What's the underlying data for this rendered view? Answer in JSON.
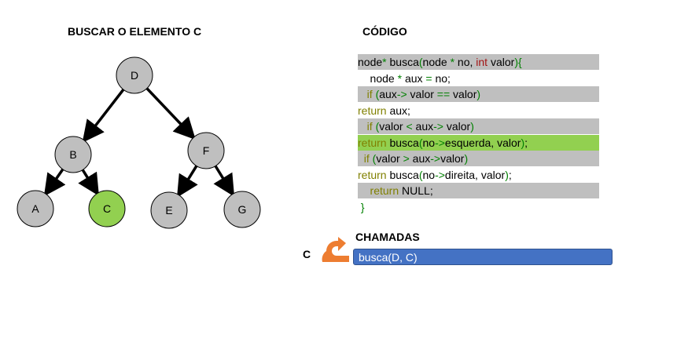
{
  "tree_title": "BUSCAR O ELEMENTO C",
  "code_title": "CÓDIGO",
  "calls_title": "CHAMADAS",
  "colors": {
    "node_default": "#bfbfbf",
    "node_found": "#92d050",
    "line_highlight": "#bfbfbf",
    "line_current": "#92d050",
    "call_box": "#4472c4",
    "return_arrow": "#ed7d31"
  },
  "tree": {
    "nodes": [
      {
        "id": "D",
        "label": "D",
        "found": false
      },
      {
        "id": "B",
        "label": "B",
        "found": false
      },
      {
        "id": "F",
        "label": "F",
        "found": false
      },
      {
        "id": "A",
        "label": "A",
        "found": false
      },
      {
        "id": "C",
        "label": "C",
        "found": true
      },
      {
        "id": "E",
        "label": "E",
        "found": false
      },
      {
        "id": "G",
        "label": "G",
        "found": false
      }
    ],
    "edges": [
      [
        "D",
        "B"
      ],
      [
        "D",
        "F"
      ],
      [
        "B",
        "A"
      ],
      [
        "B",
        "C"
      ],
      [
        "F",
        "E"
      ],
      [
        "F",
        "G"
      ]
    ]
  },
  "code_lines": [
    {
      "style": "gray",
      "tokens": [
        [
          "black",
          "node"
        ],
        [
          "green",
          "* "
        ],
        [
          "black",
          "busca"
        ],
        [
          "green",
          "("
        ],
        [
          "black",
          "node "
        ],
        [
          "green",
          "* "
        ],
        [
          "black",
          "no, "
        ],
        [
          "red",
          "int "
        ],
        [
          "black",
          "valor"
        ],
        [
          "green",
          "){"
        ]
      ]
    },
    {
      "style": "none",
      "tokens": [
        [
          "black",
          "    node "
        ],
        [
          "green",
          "* "
        ],
        [
          "black",
          "aux "
        ],
        [
          "green",
          "= "
        ],
        [
          "black",
          "no;"
        ]
      ]
    },
    {
      "style": "gray",
      "tokens": [
        [
          "olive",
          "   if "
        ],
        [
          "green",
          "("
        ],
        [
          "black",
          "aux"
        ],
        [
          "green",
          "-> "
        ],
        [
          "black",
          "valor "
        ],
        [
          "green",
          "== "
        ],
        [
          "black",
          "valor"
        ],
        [
          "green",
          ")"
        ]
      ]
    },
    {
      "style": "none",
      "tokens": [
        [
          "olive",
          "return "
        ],
        [
          "black",
          "aux;"
        ]
      ]
    },
    {
      "style": "gray",
      "tokens": [
        [
          "olive",
          "   if "
        ],
        [
          "green",
          "("
        ],
        [
          "black",
          "valor "
        ],
        [
          "green",
          "< "
        ],
        [
          "black",
          "aux"
        ],
        [
          "green",
          "-> "
        ],
        [
          "black",
          "valor"
        ],
        [
          "green",
          ")"
        ]
      ]
    },
    {
      "style": "green",
      "tokens": [
        [
          "olive",
          "return "
        ],
        [
          "black",
          "busca"
        ],
        [
          "green",
          "("
        ],
        [
          "black",
          "no"
        ],
        [
          "green",
          "->"
        ],
        [
          "black",
          "esquerda, valor"
        ],
        [
          "green",
          ")"
        ],
        [
          "black",
          ";"
        ]
      ]
    },
    {
      "style": "gray",
      "tokens": [
        [
          "olive",
          "  if "
        ],
        [
          "green",
          "("
        ],
        [
          "black",
          "valor "
        ],
        [
          "green",
          "> "
        ],
        [
          "black",
          "aux"
        ],
        [
          "green",
          "->"
        ],
        [
          "black",
          "valor"
        ],
        [
          "green",
          ")"
        ]
      ]
    },
    {
      "style": "none",
      "tokens": [
        [
          "olive",
          "return "
        ],
        [
          "black",
          "busca"
        ],
        [
          "green",
          "("
        ],
        [
          "black",
          "no"
        ],
        [
          "green",
          "->"
        ],
        [
          "black",
          "direita, valor"
        ],
        [
          "green",
          ")"
        ],
        [
          "black",
          ";"
        ]
      ]
    },
    {
      "style": "gray",
      "tokens": [
        [
          "olive",
          "    return "
        ],
        [
          "black",
          "NULL;"
        ]
      ]
    },
    {
      "style": "none",
      "tokens": [
        [
          "green",
          " }"
        ]
      ]
    }
  ],
  "calls": {
    "return_value": "C",
    "stack": [
      "busca(D, C)"
    ]
  }
}
